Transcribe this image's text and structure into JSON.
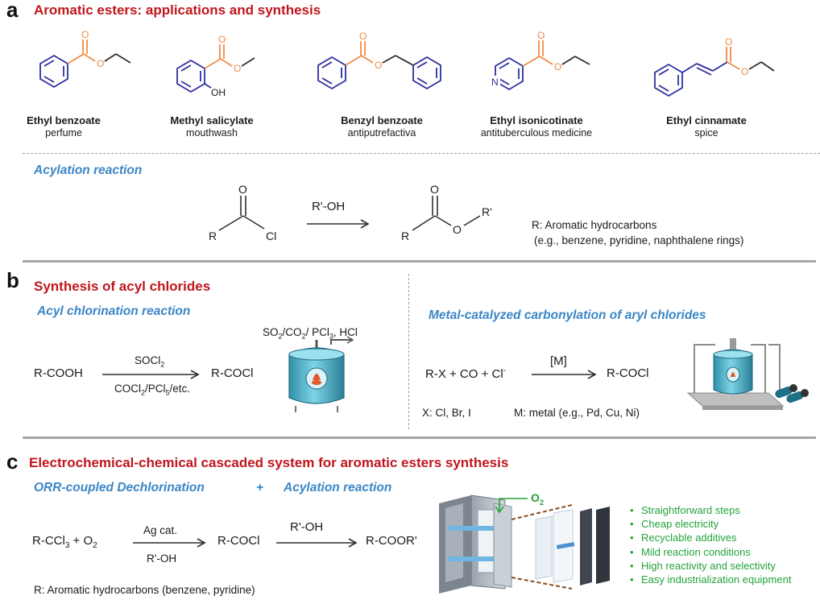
{
  "panel_a": {
    "letter": "a",
    "title": "Aromatic esters: applications and synthesis",
    "molecules": [
      {
        "name": "Ethyl benzoate",
        "use": "perfume"
      },
      {
        "name": "Methyl salicylate",
        "use": "mouthwash"
      },
      {
        "name": "Benzyl benzoate",
        "use": "antiputrefactiva"
      },
      {
        "name": "Ethyl isonicotinate",
        "use": "antituberculous medicine"
      },
      {
        "name": "Ethyl cinnamate",
        "use": "spice"
      }
    ],
    "atom_labels": {
      "O": "O",
      "OH": "OH",
      "N": "N",
      "R": "R",
      "Cl": "Cl",
      "R_prime": "R'"
    },
    "acylation": {
      "title": "Acylation reaction",
      "reagent": "R'-OH",
      "r_note_line1": "R: Aromatic hydrocarbons",
      "r_note_line2": "(e.g., benzene, pyridine, naphthalene rings)"
    }
  },
  "panel_b": {
    "letter": "b",
    "title": "Synthesis of acyl chlorides",
    "left": {
      "title": "Acyl chlorination reaction",
      "reactant": "R-COOH",
      "reagent_top": "SOCl",
      "reagent_top_sub": "2",
      "reagent_bottom_parts": [
        "COCl",
        "2",
        "/PCl",
        "5",
        "/etc."
      ],
      "product": "R-COCl",
      "byproduct_parts": [
        "SO",
        "2",
        "/CO",
        "2",
        "/ PCl",
        "3",
        ", HCl"
      ]
    },
    "right": {
      "title": "Metal-catalyzed carbonylation of aryl chlorides",
      "reactants": "R-X + CO + Cl",
      "reactants_sup": "-",
      "catalyst": "[M]",
      "product": "R-COCl",
      "x_note": "X: Cl, Br, I",
      "m_note": "M: metal (e.g., Pd, Cu, Ni)"
    }
  },
  "panel_c": {
    "letter": "c",
    "title": "Electrochemical-chemical cascaded system for aromatic esters synthesis",
    "sub_left": "ORR-coupled Dechlorination",
    "plus": "+",
    "sub_right": "Acylation reaction",
    "reactant_parts": [
      "R-CCl",
      "3",
      " +  O",
      "2"
    ],
    "step1_top": "Ag cat.",
    "step1_bottom": "R'-OH",
    "intermediate": "R-COCl",
    "step2_top": "R'-OH",
    "product": "R-COOR'",
    "o2_label": "O",
    "o2_sub": "2",
    "r_note": "R: Aromatic hydrocarbons (benzene, pyridine)",
    "benefits": [
      "Straightforward steps",
      "Cheap electricity",
      "Recyclable additives",
      "Mild reaction conditions",
      "High reactivity and selectivity",
      "Easy industrialization equipment"
    ]
  },
  "colors": {
    "red_title": "#c0161d",
    "blue_subtitle": "#3b86c6",
    "ring_blue": "#2b2f9e",
    "ester_orange": "#f08a46",
    "green": "#22a33a"
  }
}
